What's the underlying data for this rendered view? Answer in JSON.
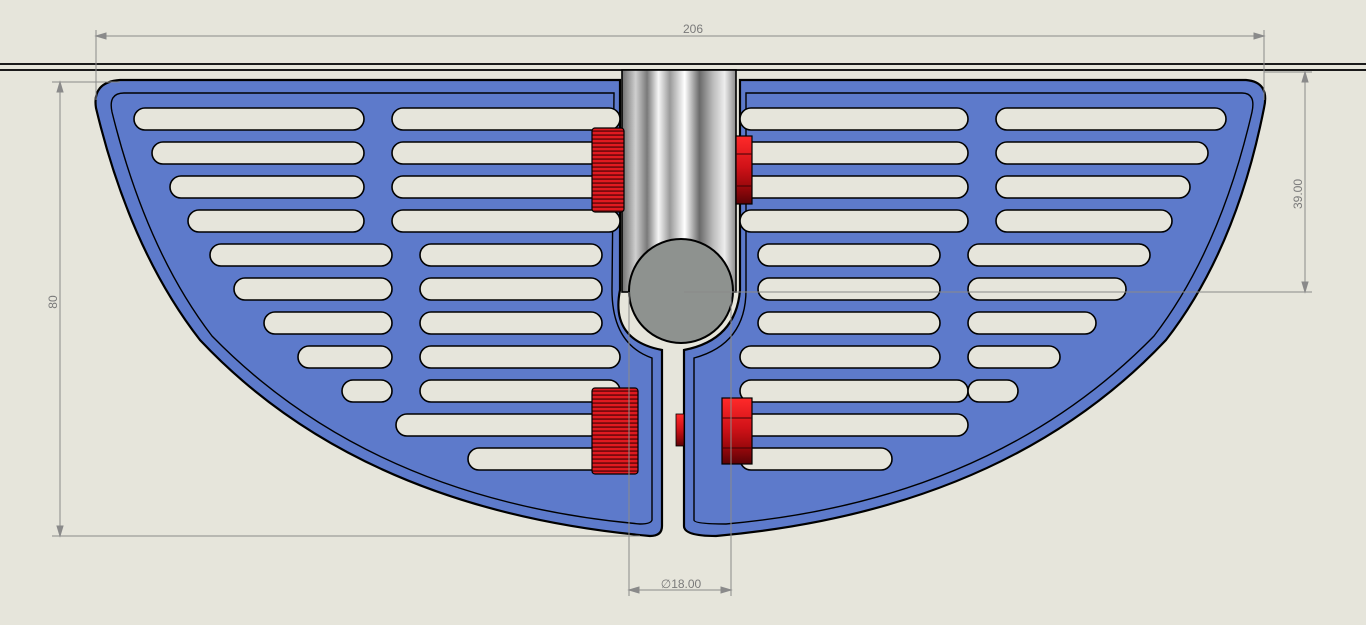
{
  "drawing": {
    "dimensions": {
      "overall_width": "206",
      "overall_height": "80",
      "center_offset": "39.00",
      "bore_diameter": "∅18.00"
    },
    "colors": {
      "background": "#e6e5db",
      "plate_fill": "#5d7acb",
      "plate_stroke": "#000000",
      "slot_fill": "#e6e5db",
      "rod_light": "#f4f4f4",
      "rod_dark": "#6c6c6c",
      "rod_end": "#8e928f",
      "fastener_red": "#d8161c",
      "fastener_dark": "#6a0508",
      "dimension_line": "#8a8a8a",
      "dimension_text": "#7a7a7a"
    }
  }
}
